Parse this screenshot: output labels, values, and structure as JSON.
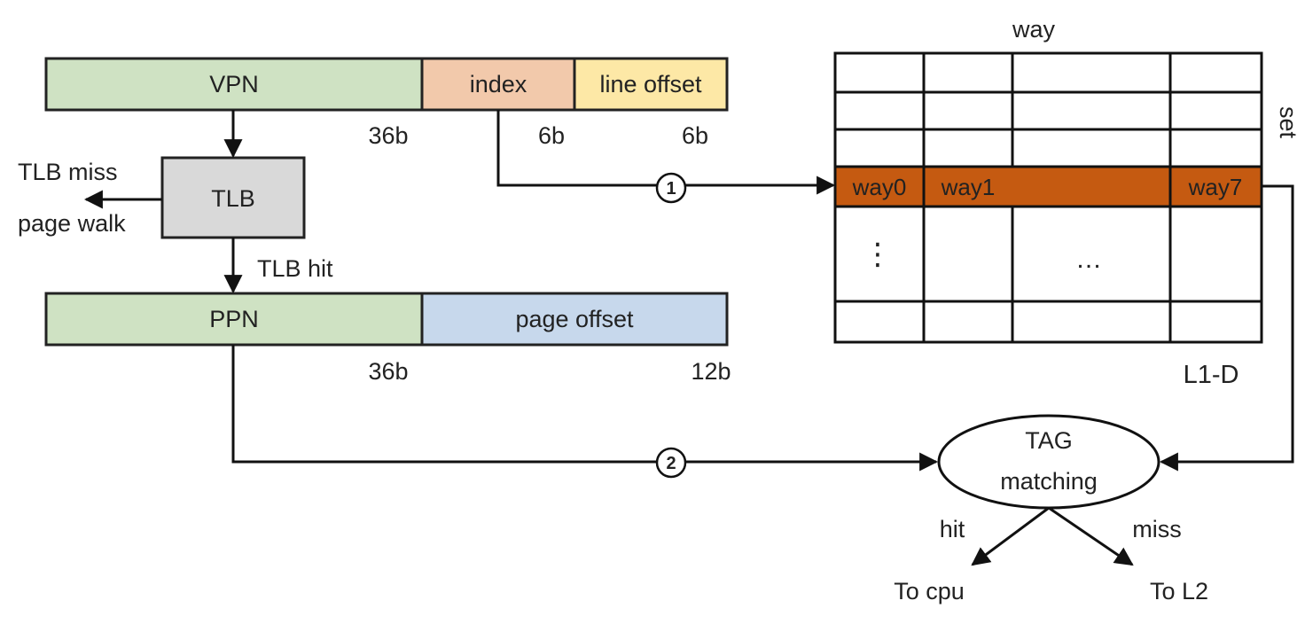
{
  "vaddr": {
    "vpn": "VPN",
    "index": "index",
    "line_offset": "line offset",
    "vpn_bits": "36b",
    "index_bits": "6b",
    "offset_bits": "6b"
  },
  "tlb": {
    "label": "TLB",
    "miss_label": "TLB miss",
    "walk_label": "page walk",
    "hit_label": "TLB hit"
  },
  "paddr": {
    "ppn": "PPN",
    "page_offset": "page offset",
    "ppn_bits": "36b",
    "offset_bits": "12b"
  },
  "cache": {
    "way_header": "way",
    "set_header": "set",
    "way_cells": [
      "way0",
      "way1",
      "",
      "way7"
    ],
    "vdots": "⋮",
    "hdots": "…",
    "name": "L1-D"
  },
  "steps": {
    "step1": "1",
    "step2": "2"
  },
  "tag": {
    "line1": "TAG",
    "line2": "matching",
    "hit": "hit",
    "miss": "miss",
    "to_cpu": "To cpu",
    "to_l2": "To L2"
  },
  "colors": {
    "vpn": "#cfe2c3",
    "index": "#f2c9ab",
    "line_offset": "#fde8a6",
    "tlb": "#d9d9d9",
    "ppn": "#cfe2c3",
    "page_offset": "#c7d8ec",
    "highlight_row": "#c55a11"
  }
}
